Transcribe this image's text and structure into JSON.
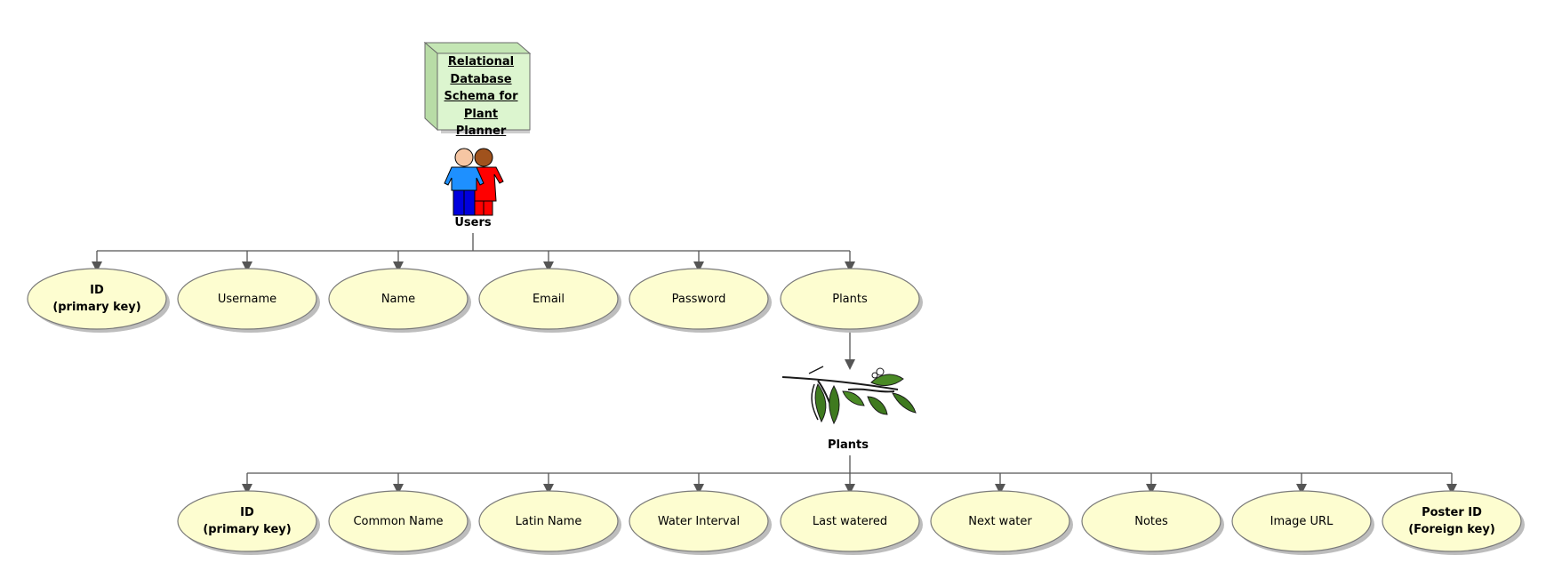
{
  "diagram": {
    "title": "Relational Database Schema for Plant Planner",
    "colors": {
      "node_fill": "#fdfdd0",
      "node_stroke": "#7a7a7a",
      "title_box_fill": "#dcf5cf",
      "line": "#555555"
    },
    "users": {
      "caption": "Users",
      "icon": "people-icon",
      "fields": [
        {
          "label": "ID\n(primary key)",
          "bold": true
        },
        {
          "label": "Username",
          "bold": false
        },
        {
          "label": "Name",
          "bold": false
        },
        {
          "label": "Email",
          "bold": false
        },
        {
          "label": "Password",
          "bold": false
        },
        {
          "label": "Plants",
          "bold": false
        }
      ]
    },
    "plants": {
      "caption": "Plants",
      "icon": "plant-branch-icon",
      "fields": [
        {
          "label": "ID\n(primary key)",
          "bold": true
        },
        {
          "label": "Common Name",
          "bold": false
        },
        {
          "label": "Latin Name",
          "bold": false
        },
        {
          "label": "Water Interval",
          "bold": false
        },
        {
          "label": "Last watered",
          "bold": false
        },
        {
          "label": "Next water",
          "bold": false
        },
        {
          "label": "Notes",
          "bold": false
        },
        {
          "label": "Image URL",
          "bold": false
        },
        {
          "label": "Poster ID\n(Foreign key)",
          "bold": true
        }
      ]
    }
  }
}
